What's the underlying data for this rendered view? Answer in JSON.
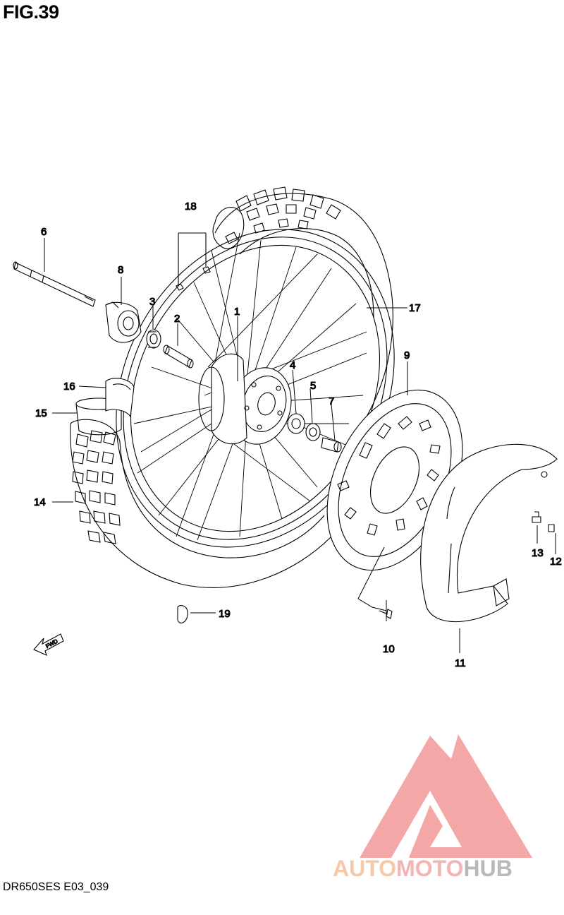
{
  "figure": {
    "title": "FIG.39",
    "code": "DR650SES E03_039",
    "fwd_label": "FWD"
  },
  "callouts": [
    {
      "id": "c1",
      "label": "1"
    },
    {
      "id": "c2",
      "label": "2"
    },
    {
      "id": "c3",
      "label": "3"
    },
    {
      "id": "c4",
      "label": "4"
    },
    {
      "id": "c5",
      "label": "5"
    },
    {
      "id": "c6",
      "label": "6"
    },
    {
      "id": "c7",
      "label": "7"
    },
    {
      "id": "c8",
      "label": "8"
    },
    {
      "id": "c9",
      "label": "9"
    },
    {
      "id": "c10",
      "label": "10"
    },
    {
      "id": "c11",
      "label": "11"
    },
    {
      "id": "c12",
      "label": "12"
    },
    {
      "id": "c13",
      "label": "13"
    },
    {
      "id": "c14",
      "label": "14"
    },
    {
      "id": "c15",
      "label": "15"
    },
    {
      "id": "c16",
      "label": "16"
    },
    {
      "id": "c17",
      "label": "17"
    },
    {
      "id": "c18",
      "label": "18"
    },
    {
      "id": "c19",
      "label": "19"
    }
  ],
  "watermark": {
    "part1": "AUTO",
    "part2": "MOTO",
    "part3": "HUB",
    "colors": {
      "auto": "#f4c9a9",
      "moto": "#f1b5b5",
      "hub": "#b9b9b9",
      "triangle": "#f08a8a"
    }
  }
}
